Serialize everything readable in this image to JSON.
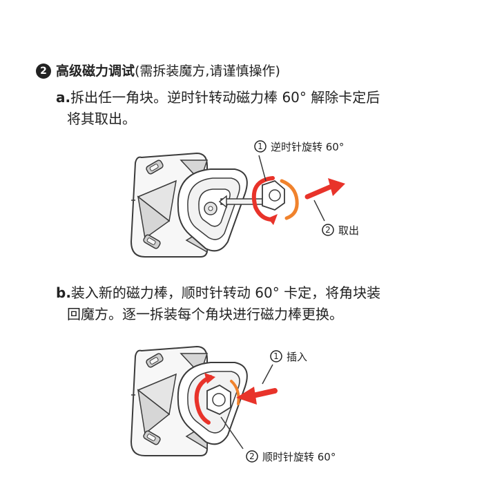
{
  "step": {
    "number": "2",
    "title": "高级磁力调试",
    "note": "(需拆装魔方,请谨慎操作)"
  },
  "step_a": {
    "letter": "a.",
    "line1": "拆出任一角块。逆时针转动磁力棒 60° 解除卡定后",
    "line2": "将其取出。",
    "callouts": [
      {
        "number": "1",
        "text": "逆时针旋转 60°"
      },
      {
        "number": "2",
        "text": "取出"
      }
    ]
  },
  "step_b": {
    "letter": "b.",
    "line1": "装入新的磁力棒，顺时针转动 60° 卡定，将角块装",
    "line2": "回魔方。逐一拆装每个角块进行磁力棒更换。",
    "callouts": [
      {
        "number": "1",
        "text": "插入"
      },
      {
        "number": "2",
        "text": "顺时针旋转 60°"
      }
    ]
  },
  "colors": {
    "text": "#222222",
    "arrow_red": "#e8332a",
    "arrow_orange": "#f0822c",
    "outline": "#3a3a3a",
    "cube_fill": "#f7f7f7",
    "shade": "#d6d6d6"
  }
}
